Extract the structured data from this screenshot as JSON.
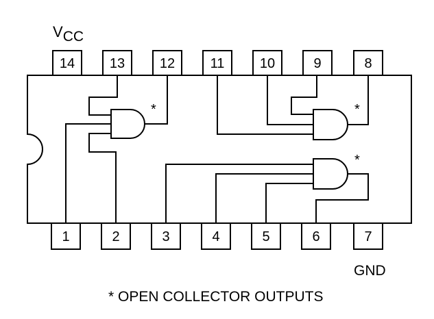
{
  "top_pins": [
    {
      "label": "14"
    },
    {
      "label": "13"
    },
    {
      "label": "12"
    },
    {
      "label": "11"
    },
    {
      "label": "10"
    },
    {
      "label": "9"
    },
    {
      "label": "8"
    }
  ],
  "bottom_pins": [
    {
      "label": "1"
    },
    {
      "label": "2"
    },
    {
      "label": "3"
    },
    {
      "label": "4"
    },
    {
      "label": "5"
    },
    {
      "label": "6"
    },
    {
      "label": "7"
    }
  ],
  "labels": {
    "vcc_main": "V",
    "vcc_sub": "CC",
    "gnd": "GND",
    "footnote": "OPEN COLLECTOR OUTPUTS",
    "asterisk": "*"
  }
}
